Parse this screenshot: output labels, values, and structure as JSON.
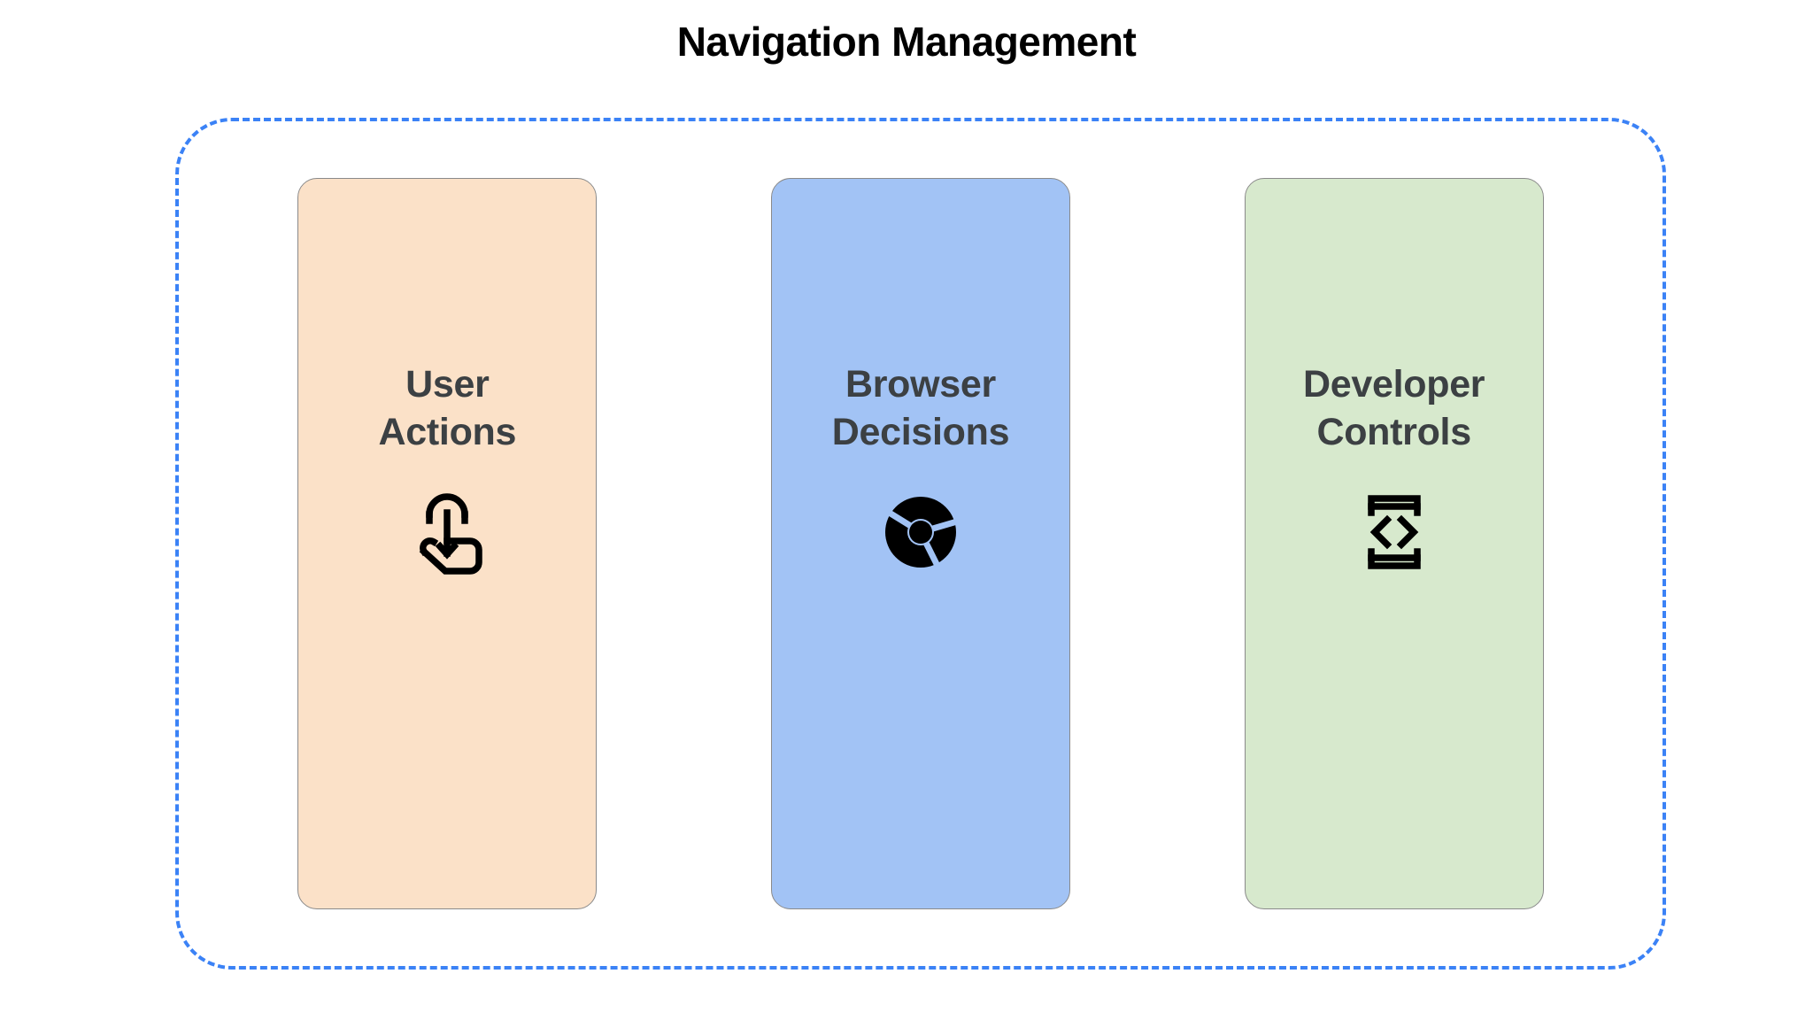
{
  "page": {
    "title": "Navigation Management",
    "background_color": "#FFFFFF",
    "title_color": "#000000"
  },
  "group_frame": {
    "border_style": "dashed",
    "border_color": "#3B82F6",
    "label": "navigation-management-group"
  },
  "cards": [
    {
      "id": "user-actions",
      "label": "User\nActions",
      "label_line1": "User",
      "label_line2": "Actions",
      "background_color": "#FBE1C8",
      "border_color": "#8A8A8A",
      "text_color": "#3C4043",
      "icon": "touch-app-icon",
      "icon_color": "#000000"
    },
    {
      "id": "browser-decisions",
      "label": "Browser\nDecisions",
      "label_line1": "Browser",
      "label_line2": "Decisions",
      "background_color": "#A2C3F5",
      "border_color": "#8A8A8A",
      "text_color": "#3C4043",
      "icon": "chrome-logo-icon",
      "icon_color": "#000000"
    },
    {
      "id": "developer-controls",
      "label": "Developer\nControls",
      "label_line1": "Developer",
      "label_line2": "Controls",
      "background_color": "#D7E9CD",
      "border_color": "#8A8A8A",
      "text_color": "#3C4043",
      "icon": "developer-mode-icon",
      "icon_color": "#000000"
    }
  ]
}
